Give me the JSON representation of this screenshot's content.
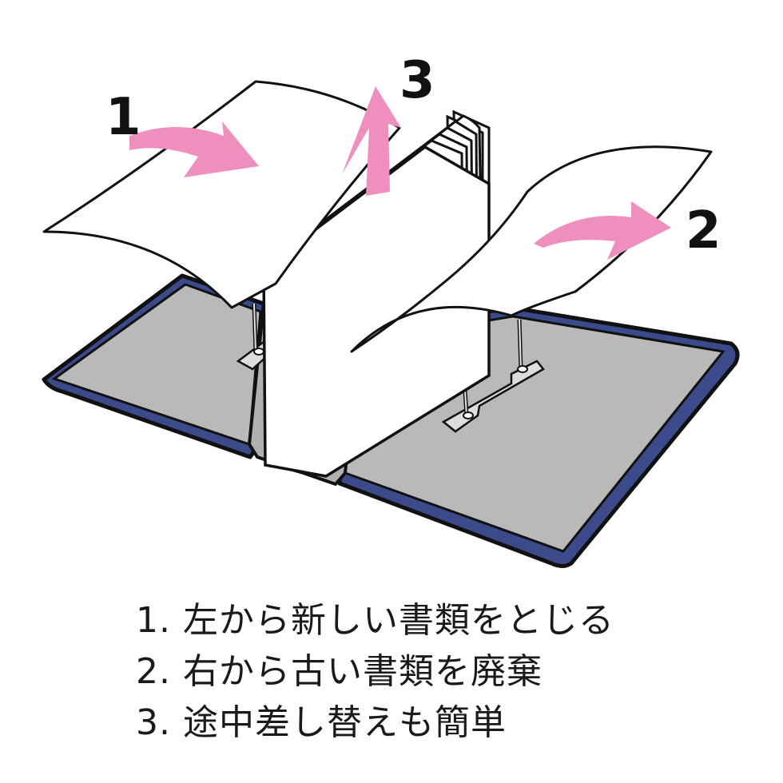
{
  "diagram": {
    "steps": [
      {
        "number": "1",
        "action": "add-from-left"
      },
      {
        "number": "2",
        "action": "remove-to-right"
      },
      {
        "number": "3",
        "action": "lift-middle"
      }
    ],
    "colors": {
      "arrow": "#ee8fbe",
      "board": "#b9b9b9",
      "cover_edge": "#3a4a8a",
      "outline": "#111111",
      "paper": "#ffffff"
    }
  },
  "captions": [
    "1. 左から新しい書類をとじる",
    "2. 右から古い書類を廃棄",
    "3. 途中差し替えも簡単"
  ]
}
